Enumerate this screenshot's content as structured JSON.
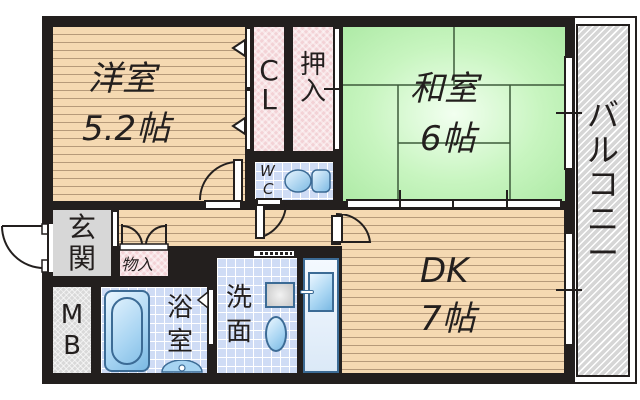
{
  "floor_plan": {
    "rooms": {
      "western_room": {
        "name": "洋室",
        "size": "5.2帖"
      },
      "japanese_room": {
        "name": "和室",
        "size": "6帖"
      },
      "dining_kitchen": {
        "name": "DK",
        "size": "7帖"
      },
      "closet": {
        "label": "C\nL",
        "line1": "C",
        "line2": "L"
      },
      "oshiire": {
        "line1": "押",
        "line2": "入"
      },
      "toilet": {
        "line1": "W",
        "line2": "C"
      },
      "entrance": {
        "line1": "玄",
        "line2": "関"
      },
      "storage": {
        "label": "物入"
      },
      "meter_box": {
        "line1": "M",
        "line2": "B"
      },
      "bathroom": {
        "line1": "浴",
        "line2": "室"
      },
      "washroom": {
        "line1": "洗",
        "line2": "面"
      },
      "balcony": {
        "line1": "バ",
        "line2": "ル",
        "line3": "コ",
        "line4": "ニ",
        "line5": "ー"
      }
    },
    "colors": {
      "wall": "#231f1e",
      "wood_floor": "#f5d9b2",
      "tatami": "#c8f5c0",
      "closet": "#f3d2d6",
      "tile": "#cfdcf5",
      "entrance": "#d7d7d7",
      "balcony": "#d6d6d6",
      "fixture": "#a7d4f2"
    }
  }
}
